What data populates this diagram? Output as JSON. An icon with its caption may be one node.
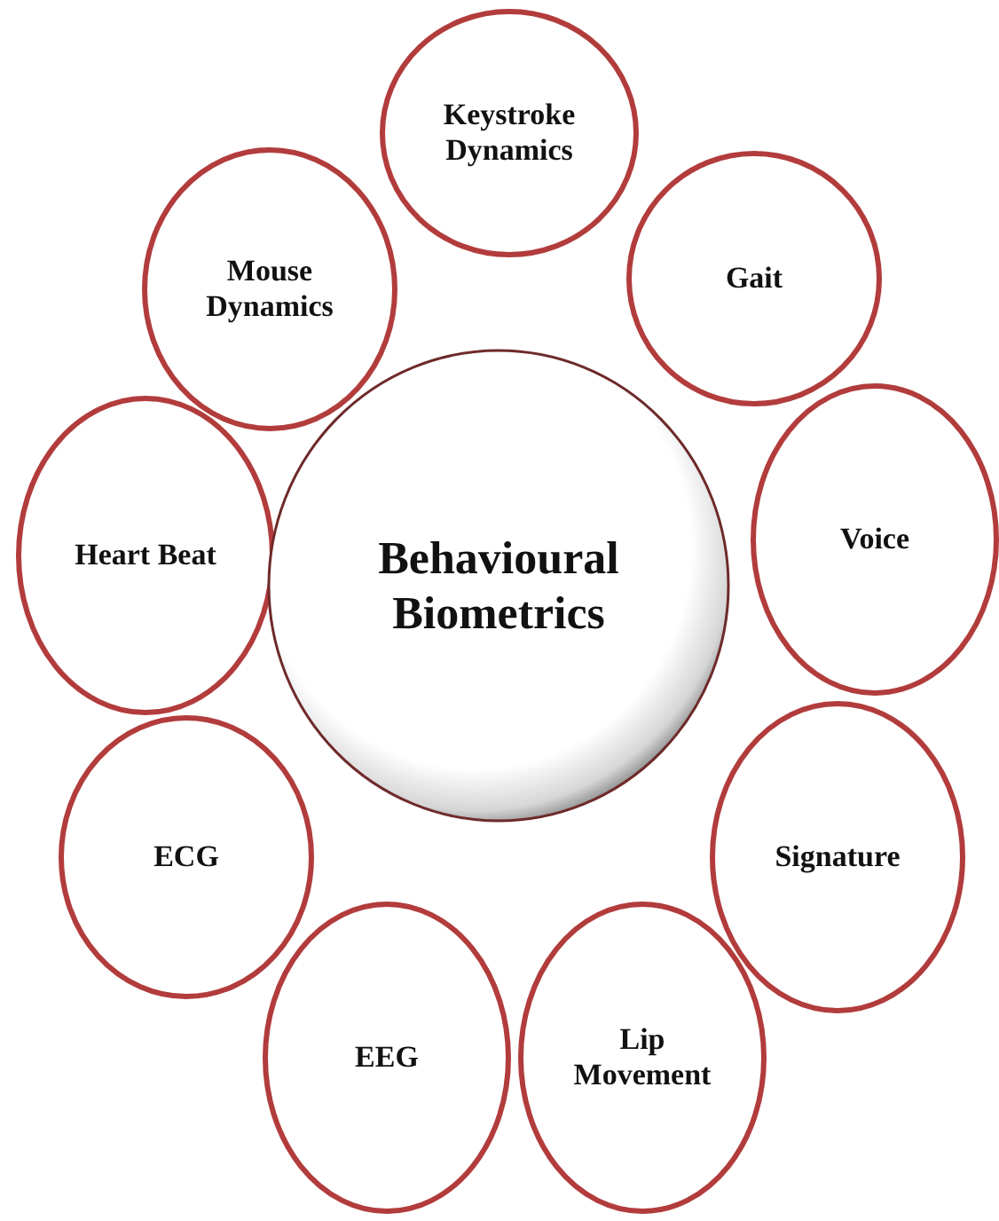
{
  "diagram": {
    "nodes": [
      {
        "text": [
          "Behavioural Biometrics"
        ]
      },
      {
        "text": [
          "Keystroke Dynamics"
        ]
      },
      {
        "text": [
          "Gait"
        ]
      },
      {
        "text": [
          "Voice"
        ]
      },
      {
        "text": [
          "Signature"
        ]
      },
      {
        "text": [
          "Lip Movement"
        ]
      },
      {
        "text": [
          "EEG"
        ]
      },
      {
        "text": [
          "ECG"
        ]
      },
      {
        "text": [
          "Heart Beat"
        ]
      },
      {
        "text": [
          "Mouse Dynamics"
        ]
      }
    ]
  }
}
